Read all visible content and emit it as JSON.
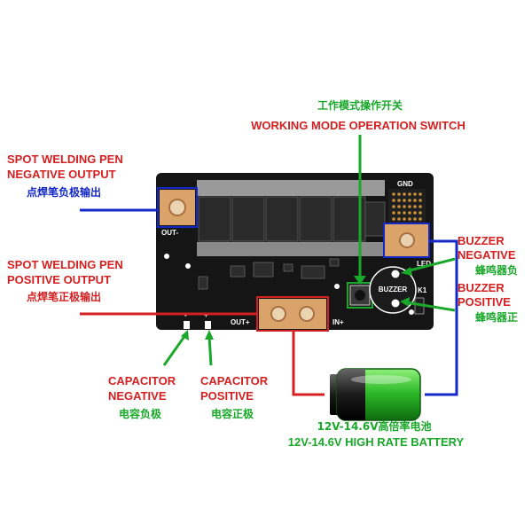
{
  "colors": {
    "red": "#d42020",
    "blue": "#1428c8",
    "green": "#1aa82a",
    "board": "#151515",
    "pad": "#d9a36a"
  },
  "labels": {
    "switch_cn": "工作模式操作开关",
    "switch_en": "WORKING MODE OPERATION SWITCH",
    "pen_neg_line1": "SPOT WELDING PEN",
    "pen_neg_line2": "NEGATIVE OUTPUT",
    "pen_neg_cn": "点焊笔负极输出",
    "pen_pos_line1": "SPOT WELDING PEN",
    "pen_pos_line2": "POSITIVE OUTPUT",
    "pen_pos_cn": "点焊笔正极输出",
    "buzzer_neg_line1": "BUZZER",
    "buzzer_neg_line2": "NEGATIVE",
    "buzzer_neg_cn": "蜂鸣器负",
    "buzzer_pos_line1": "BUZZER",
    "buzzer_pos_line2": "POSITIVE",
    "buzzer_pos_cn": "蜂鸣器正",
    "cap_neg_line1": "CAPACITOR",
    "cap_neg_line2": "NEGATIVE",
    "cap_neg_cn": "电容负极",
    "cap_pos_line1": "CAPACITOR",
    "cap_pos_line2": "POSITIVE",
    "cap_pos_cn": "电容正极",
    "battery_cn": "12V-14.6V高倍率电池",
    "battery_en": "12V-14.6V HIGH RATE BATTERY"
  },
  "board": {
    "out_minus": "OUT-",
    "out_plus": "OUT+",
    "in_plus": "IN+",
    "gnd": "GND",
    "buzzer": "BUZZER",
    "led": "LED",
    "minus": "-",
    "plus": "+",
    "k1": "K1"
  }
}
